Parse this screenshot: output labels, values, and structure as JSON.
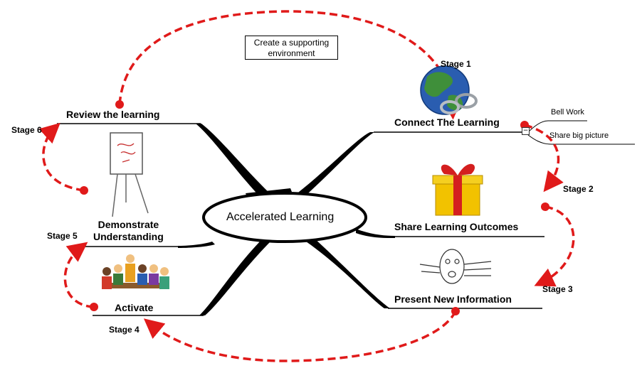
{
  "center": {
    "label": "Accelerated Learning"
  },
  "note": {
    "line1": "Create a supporting",
    "line2": "environment"
  },
  "branches": {
    "connect": "Connect The Learning",
    "share": "Share Learning Outcomes",
    "present": "Present New Information",
    "activate": "Activate",
    "demonstrate_line1": "Demonstrate",
    "demonstrate_line2": "Understanding",
    "review": "Review the learning"
  },
  "subtopics": {
    "bell_work": "Bell Work",
    "share_big_picture": "Share big picture"
  },
  "collapse_symbol": "−",
  "stages": {
    "s1": "Stage 1",
    "s2": "Stage 2",
    "s3": "Stage 3",
    "s4": "Stage 4",
    "s5": "Stage 5",
    "s6": "Stage 6"
  },
  "illustrations": {
    "globe": "globe-with-chain",
    "gift": "gift-box",
    "anatomy": "anatomy-head-sketch",
    "students": "group-of-students",
    "flipchart": "flipchart-easel"
  },
  "colors": {
    "flow_arrow": "#e01a1a",
    "branch_line": "#000000",
    "globe_ocean": "#2a5db0",
    "globe_land": "#3f8f3a",
    "gift_box": "#f2c200",
    "gift_ribbon": "#d41f1f"
  }
}
